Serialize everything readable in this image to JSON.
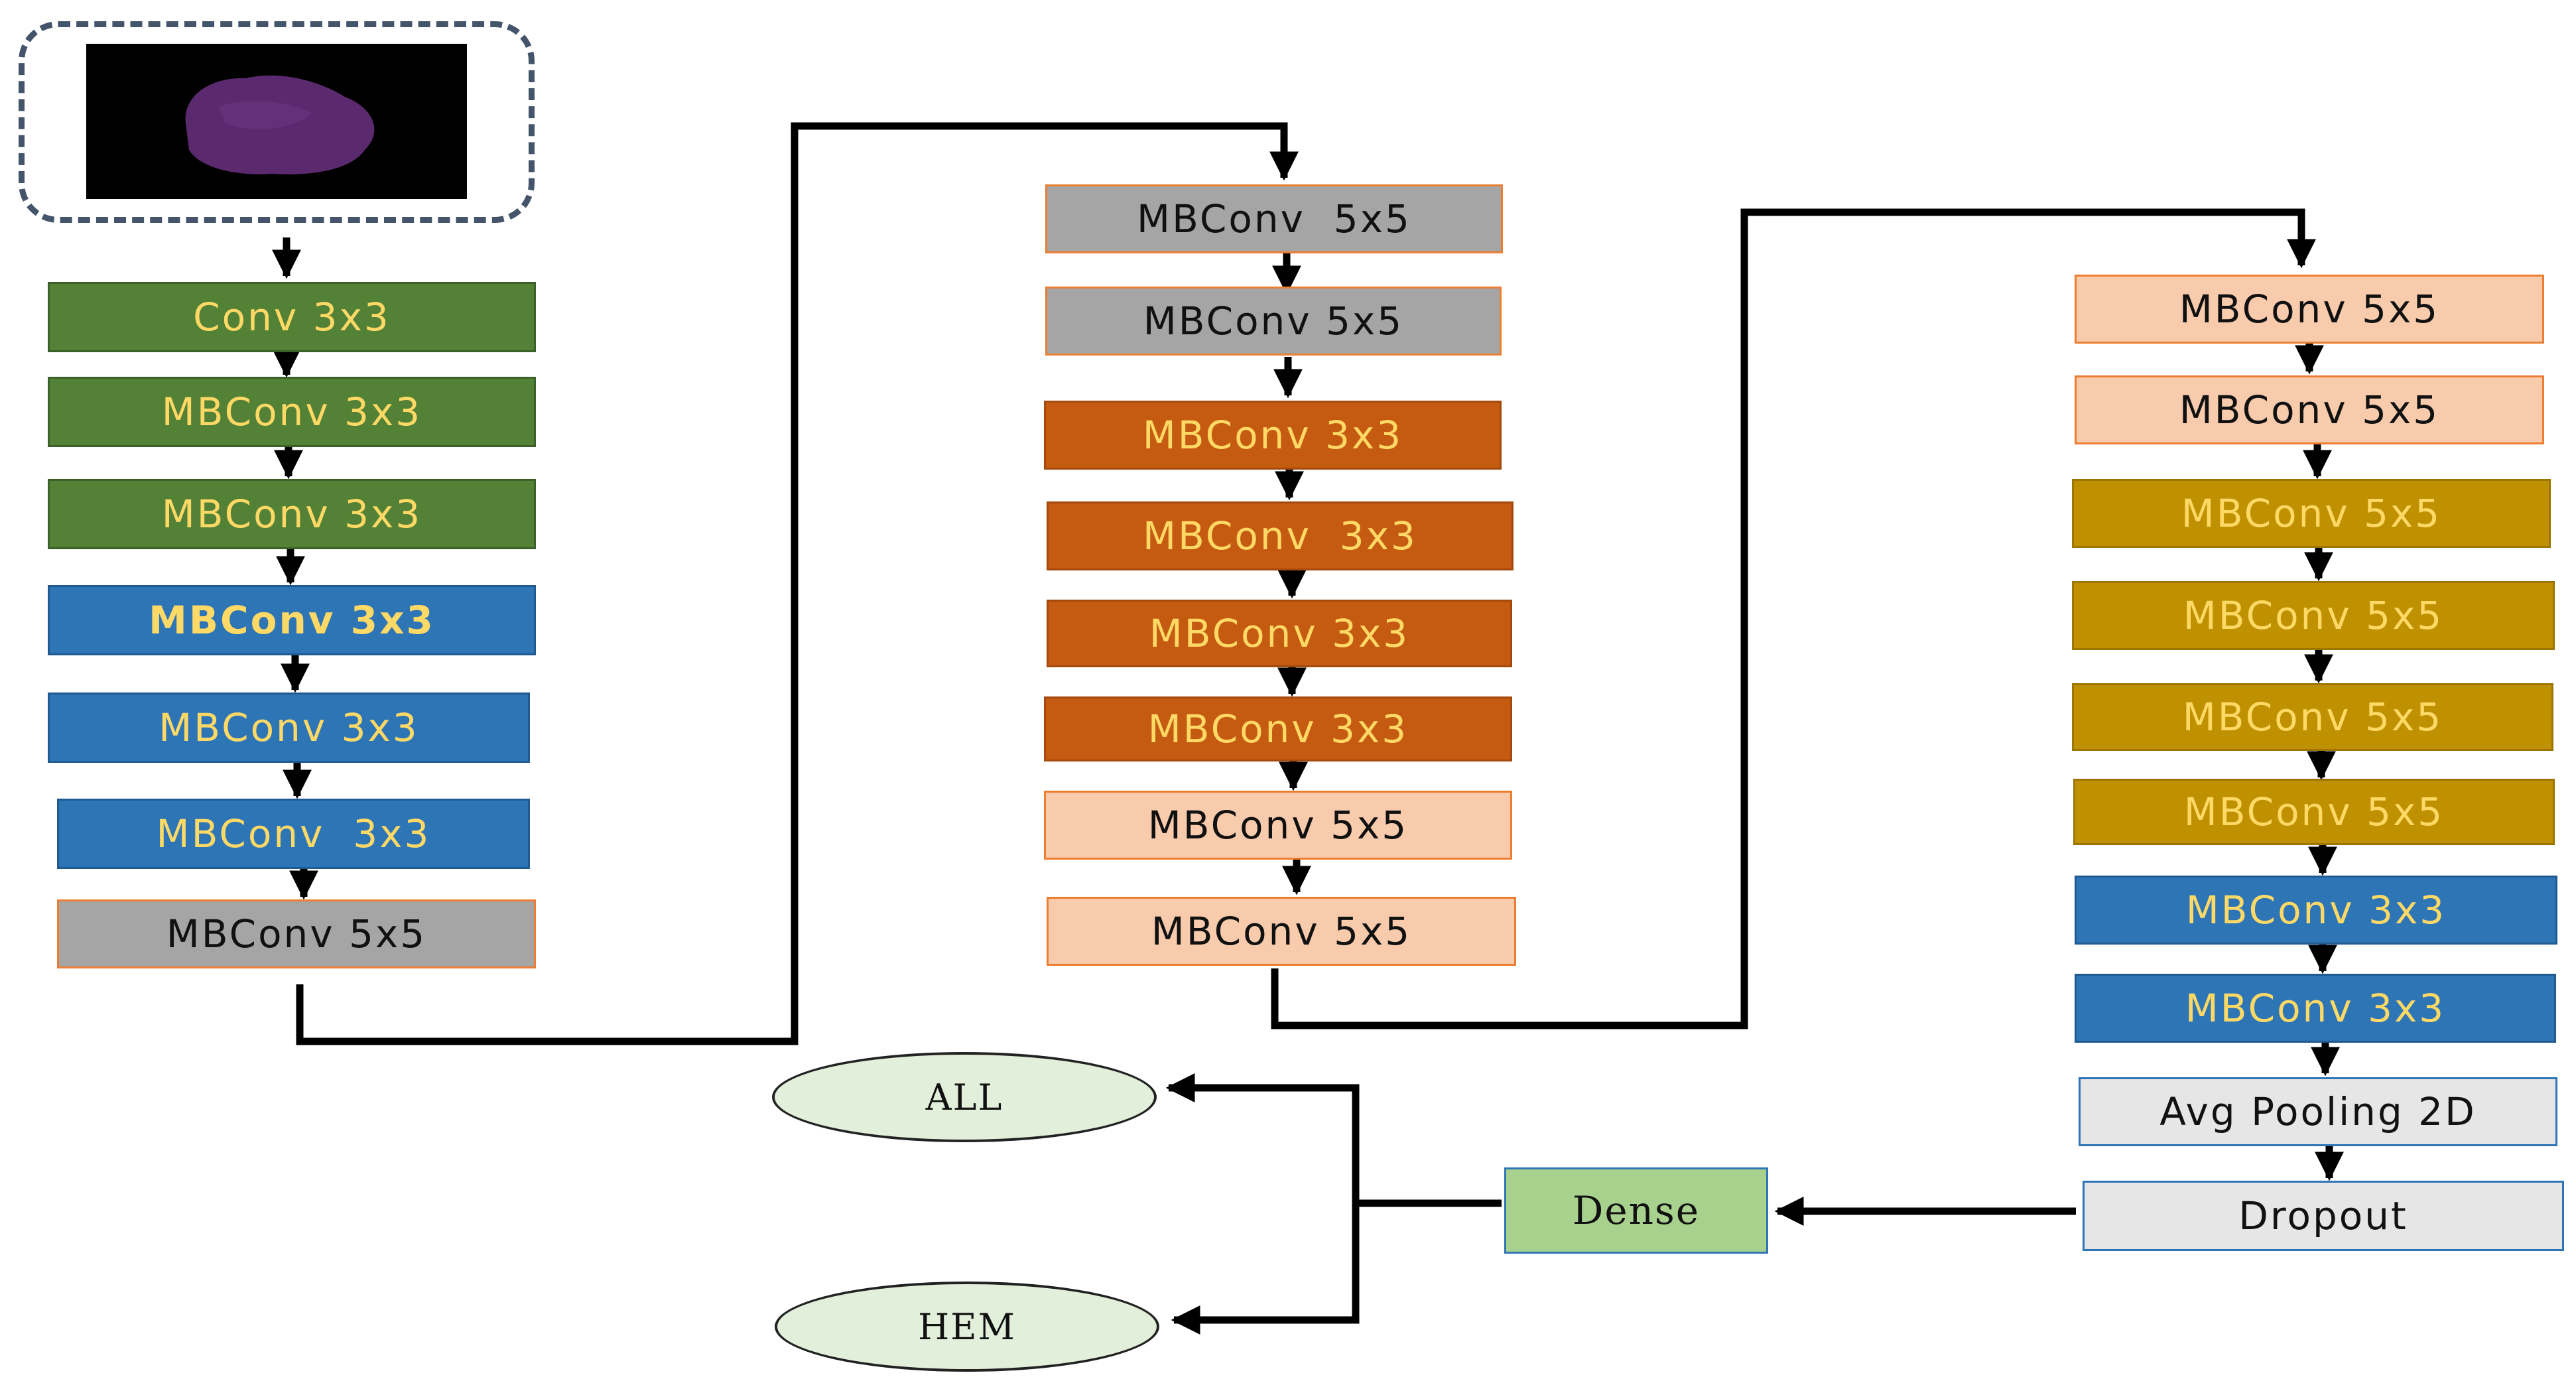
{
  "input": {
    "image_icon": "cell-image-icon",
    "background": "#000000",
    "cell_color": "#5b2a6e"
  },
  "column1": [
    {
      "label": "Conv 3x3"
    },
    {
      "label": "MBConv 3x3"
    },
    {
      "label": "MBConv 3x3"
    },
    {
      "label": "MBConv 3x3"
    },
    {
      "label": "MBConv 3x3"
    },
    {
      "label": "MBConv  3x3"
    },
    {
      "label": "MBConv 5x5"
    }
  ],
  "column2": [
    {
      "label": "MBConv  5x5"
    },
    {
      "label": "MBConv 5x5"
    },
    {
      "label": "MBConv 3x3"
    },
    {
      "label": "MBConv  3x3"
    },
    {
      "label": "MBConv 3x3"
    },
    {
      "label": "MBConv 3x3"
    },
    {
      "label": "MBConv 5x5"
    },
    {
      "label": "MBConv 5x5"
    }
  ],
  "column3": [
    {
      "label": "MBConv 5x5"
    },
    {
      "label": "MBConv 5x5"
    },
    {
      "label": "MBConv 5x5"
    },
    {
      "label": "MBConv 5x5"
    },
    {
      "label": "MBConv 5x5"
    },
    {
      "label": "MBConv 5x5"
    },
    {
      "label": "MBConv 3x3"
    },
    {
      "label": "MBConv 3x3"
    },
    {
      "label": "Avg Pooling 2D"
    },
    {
      "label": "Dropout"
    }
  ],
  "dense": {
    "label": "Dense"
  },
  "outputs": [
    {
      "label": "ALL"
    },
    {
      "label": "HEM"
    }
  ],
  "colors": {
    "green": "#538135",
    "blue": "#2e75b6",
    "gray": "#a5a5a5",
    "orange": "#c55a11",
    "peach": "#f8cbad",
    "gold": "#bf9000",
    "light_gray": "#e7e6e6",
    "dense_green": "#a9d18e",
    "output_fill": "#e2efda",
    "text_yellow": "#ffd966"
  }
}
